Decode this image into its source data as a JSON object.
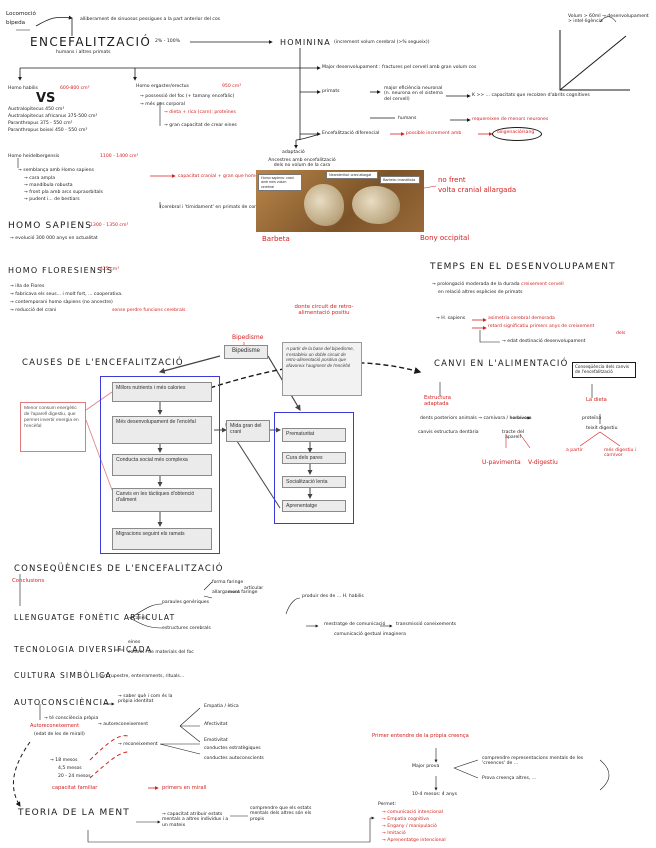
{
  "top_left": {
    "title_line1": "Locomoció",
    "title_line2": "bípeda",
    "arrow_note": "alliberament de sinuosos pessigues a la part anterior del cos"
  },
  "encef": {
    "title": "Encefalització",
    "range": "2% - 100%",
    "sub": "humans i altres primats",
    "homininia": "Hominina",
    "homininia_note": "(increment volum cerebral (>% segueix))",
    "graph_label": "Volum > 60ml → desenvolupament > intel·ligència"
  },
  "hominids": {
    "habilis_title": "Homo habilis",
    "habilis_val": "600-800 cm³",
    "vs": "VS",
    "list": [
      "Australopitecus  450 cm³",
      "Australopitecus africanus 375-500 cm³",
      "Paranthropus  375 - 550 cm³",
      "Paranthropus boisei  450 - 550 cm³"
    ],
    "ergaster_title": "Homo ergaster/erectus",
    "ergaster_val": "950 cm³",
    "ergaster_list": [
      "→ possessió del foc  (+ tamany encefàlic)",
      "→ més pes corporal",
      "→ dieta + rica (carn): proteïnes",
      "→ gran capacitat de crear eines"
    ],
    "heidel_title": "Homo heidelbergensis",
    "heidel_val": "1100 - 1400 cm³",
    "heidel_list": [
      "→ semblança amb Homo sapiens",
      "→ cara ampla",
      "→ mandíbula robusta",
      "→ front pla amb arcs supraorbitals",
      "→ pudent i... de bestiars"
    ],
    "heidel_red": "capacitat cranial + gran que homo",
    "heidel_extra": "(cerebral i 'tímidament' en primats de contacte)",
    "sapiens_title": "Homo sapiens",
    "sapiens_val": "1300 - 1350 cm³",
    "sapiens_note": "→ evolució 300 000 anys en actualitat",
    "floresiensis_title": "Homo floresiensis",
    "floresiensis_val": "425 cm³",
    "flores_list": [
      "→ illa de Flores",
      "→ fabricava els seus... i molt fort, ... cooperativa.",
      "→ contemporani homo sàpiens (no ancestre)",
      "→ reducció del crani"
    ],
    "flores_red": "sense perdre funcions cerebrals"
  },
  "right_col": {
    "line1": "Major desenvolupament : fractures pel cervell amb gran volum cos",
    "line2": "primats",
    "line2b": "major eficiència neuronal (n. neurona en el sistema del cervell)",
    "line2c": "K >> ... capacitats que recolzen d'abrits cognitives",
    "line3": "humans",
    "line3_red": "requereixen de menors neurones",
    "line4": "Encefalització diferencial",
    "line4_red": "possible increment amb",
    "circled": "oxigenació/sang",
    "adapt": "adaptació",
    "ancestors": "Ancestres amb encefalització dels no volum de la cara",
    "photo_caption_l": "Barbeta",
    "photo_caption_r": "Bony occipital",
    "red_note1": "no frent",
    "red_note2": "volta cranial allargada",
    "callout1": "Homo sapiens: crani amb més volum cerebral",
    "callout2": "Neanderthal: crani allargat",
    "callout3": "Barbeta i mandíbula"
  },
  "temps": {
    "title": "Temps en el desenvolupament",
    "line1": "→ prolongació moderada de la durada ",
    "line1_red": "creixement cervell",
    "line1b": "en relació altres espècies de primats",
    "line2": "→ H. sapiens",
    "line2_red1": "asimetria cerebral demorada",
    "line2_red2": "retard significatiu primers anys de creixement",
    "line2_red3": "dels",
    "line2_small": "→ edat destinació desenvolupament"
  },
  "causes": {
    "title": "Causes de l'encefalització",
    "red_note": "donte circuit de retro-alimentació positiu",
    "bipedisme_label": "Bipedisme",
    "bipedisme_box": "Bipedisme",
    "note_box": "A partir de la base del bipedisme, s'estableix un doble circuit de retro-alimentació positiva que afavoreix l'augment de l'encèfal",
    "left_note": "Menor consum energètic de l'aparell digestiu, que permet invertir energia en l'encèfal",
    "boxes_left": [
      "Millors nutrients i més calories",
      "Més desenvolupament de l'encèfal",
      "Conducta social més complexa",
      "Canvis en les tàctiques d'obtenció d'aliment",
      "Migracions seguint els ramats"
    ],
    "mida_box": "Mida gran del crani",
    "boxes_right": [
      "Prematuritat",
      "Cura dels pares",
      "Socialització lenta",
      "Aprenentatge"
    ]
  },
  "canvi": {
    "title": "Canvi en l'alimentació",
    "boxed": "Conseqüència dels canvis de l'encefalització",
    "red_l": "Estructura adaptada",
    "red_r": "La dieta",
    "line_a": "dents posteriors animals → carnívora / herbívora",
    "line_b": "canvis estructura dentària",
    "line_b2": "tracte del aparell",
    "proteina": "proteïna",
    "teixit": "teixit digestiu",
    "u_red": "U-pavimenta",
    "v_red": "V-digestiu",
    "r1": "a partir",
    "r2": "més digestiu i carnívor"
  },
  "conseq": {
    "title": "Conseqüències de l'encefalització",
    "red1": "Conclusions",
    "l1": "Llenguatge fonètic articulat",
    "l1_note": "→ canvis",
    "l1_b": [
      "forma faringe",
      "allargament faringe"
    ],
    "l1_c": "articular",
    "l1_d": "produir des de ... H. habilis",
    "l1_e": "paraules genèriques",
    "l1_f": "estructures cerebrals",
    "l1_g": "mestratge de comunicació",
    "l1_h": "transmissió coneixements",
    "l1_i": "comunicació gestual imaginera",
    "l2": "Tecnologia diversificada",
    "l2_note": [
      "eines",
      "control i de materials del foc"
    ],
    "l3": "Cultura simbòlica",
    "l3_note": ": art rupestre, enterraments, rituals...",
    "l4": "Autoconsciència",
    "l4_note": "→ saber què i com és la pròpia identitat",
    "l4_list": [
      "→ té consciència pròpia",
      "→ autoreconeixement",
      "→ reconeixement"
    ],
    "l4_right": [
      "Empatia / ètica",
      "Afectivitat",
      "Emotivitat"
    ],
    "l4_bottom": [
      "conductes estratègiques",
      "conductes autoconscients"
    ],
    "red_auto": "Autoreconeixement",
    "red_auto_sub": "(edat de les de mirall)",
    "ages": [
      "→ 18 mesos",
      "4,5 mesos",
      "20 - 24 mesos"
    ],
    "red_cap": "capacitat familiar",
    "red_cap2": "primers en mirall",
    "l5": "Teoria de la ment",
    "l5_note": "→ capacitat atribuir estats mentals a altres individus i a un mateix",
    "l5_note2": "comprendre que els estats mentals dels altres són els propis",
    "red_right": "Primer entendre de la pròpia creença",
    "r_list": [
      "Major prova",
      "comprendre representacions mentals de les 'creences' de ...",
      "Prova creença altres, ...",
      "10-4 mesos: 4 anys"
    ],
    "permet": "Permet:",
    "permet_list": [
      "→ comunicació intencional",
      "→ Empatia cognitiva",
      "→ Engany / manipulació",
      "→ Imitació",
      "→ Aprenentatge intencional"
    ]
  }
}
